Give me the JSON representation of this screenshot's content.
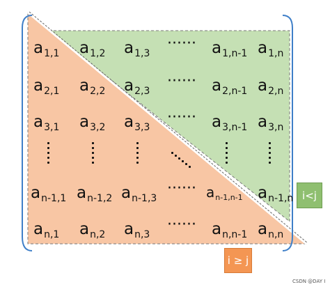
{
  "matrix": {
    "rows": [
      [
        {
          "base": "a",
          "sub": "1,1"
        },
        {
          "base": "a",
          "sub": "1,2"
        },
        {
          "base": "a",
          "sub": "1,3"
        },
        {
          "dots": "······"
        },
        {
          "base": "a",
          "sub": "1,n-1"
        },
        {
          "base": "a",
          "sub": "1,n"
        }
      ],
      [
        {
          "base": "a",
          "sub": "2,1"
        },
        {
          "base": "a",
          "sub": "2,2"
        },
        {
          "base": "a",
          "sub": "2,3"
        },
        {
          "dots": "······"
        },
        {
          "base": "a",
          "sub": "2,n-1"
        },
        {
          "base": "a",
          "sub": "2,n"
        }
      ],
      [
        {
          "base": "a",
          "sub": "3,1"
        },
        {
          "base": "a",
          "sub": "3,2"
        },
        {
          "base": "a",
          "sub": "3,3"
        },
        {
          "dots": "······"
        },
        {
          "base": "a",
          "sub": "3,n-1"
        },
        {
          "base": "a",
          "sub": "3,n"
        }
      ],
      [
        {
          "base": "a",
          "sub": "n-1,1"
        },
        {
          "base": "a",
          "sub": "n-1,2"
        },
        {
          "base": "a",
          "sub": "n-1,3"
        },
        {
          "dots": "······"
        },
        {
          "base": "a",
          "sub": "n-1,n-1"
        },
        {
          "base": "a",
          "sub": "n-1,n"
        }
      ],
      [
        {
          "base": "a",
          "sub": "n,1"
        },
        {
          "base": "a",
          "sub": "n,2"
        },
        {
          "base": "a",
          "sub": "n,3"
        },
        {
          "dots": "······"
        },
        {
          "base": "a",
          "sub": "n,n-1"
        },
        {
          "base": "a",
          "sub": "n,n"
        }
      ]
    ]
  },
  "labels": {
    "upper": "i<j",
    "lower": "i ≥ j"
  },
  "colors": {
    "upper_fill": "#c5e0b4",
    "lower_fill": "#f8c6a4",
    "upper_tag": "#8fbf70",
    "lower_tag": "#f49653",
    "bracket": "#3f7fc8"
  },
  "watermark": "CSDN @DAY  I"
}
